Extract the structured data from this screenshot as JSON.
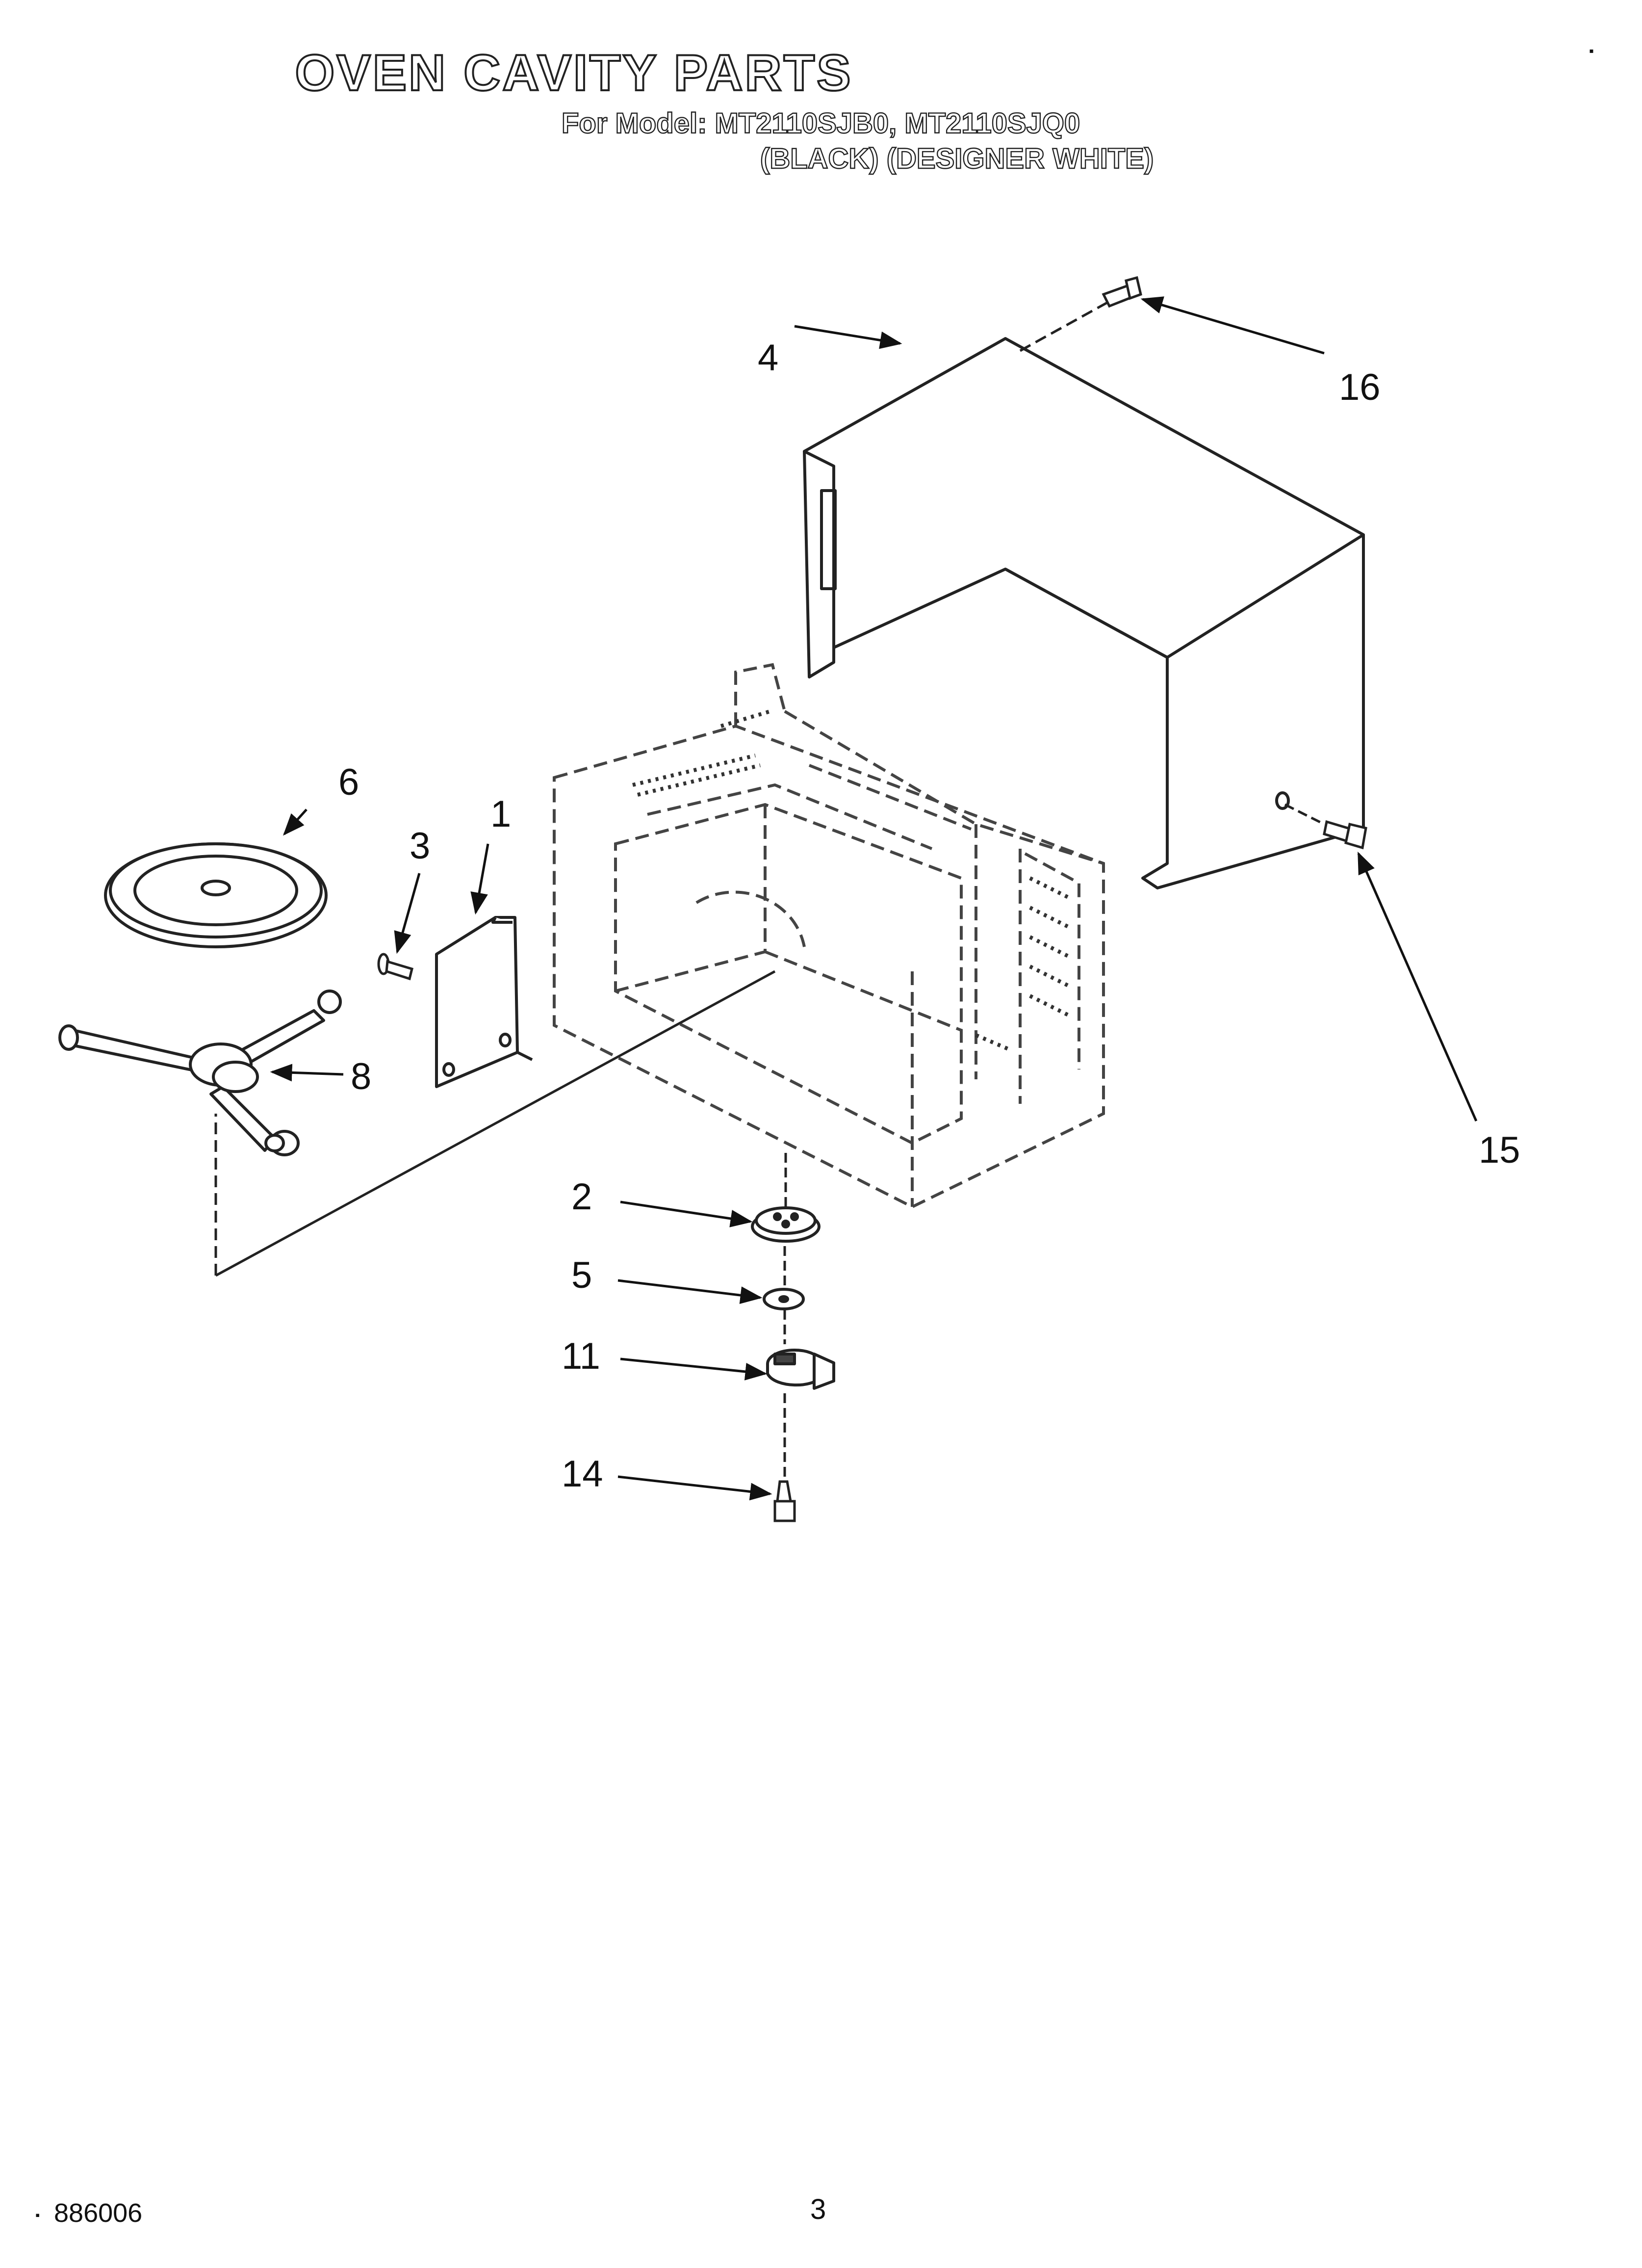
{
  "header": {
    "title": "OVEN CAVITY PARTS",
    "model_line": "For Model: MT2110SJB0, MT2110SJQ0",
    "color_line": "(BLACK)  (DESIGNER WHITE)"
  },
  "callouts": {
    "c1": "1",
    "c2": "2",
    "c3": "3",
    "c4": "4",
    "c5": "5",
    "c6": "6",
    "c8": "8",
    "c11": "11",
    "c14": "14",
    "c15": "15",
    "c16": "16"
  },
  "footer": {
    "doc_number": "886006",
    "page_number": "3"
  }
}
